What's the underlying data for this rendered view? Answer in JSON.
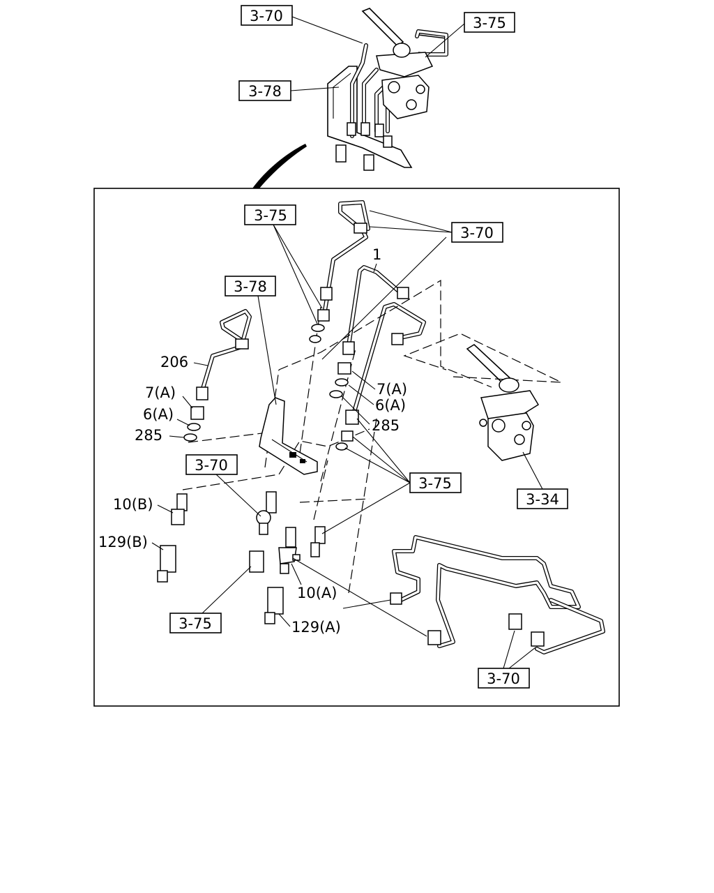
{
  "labels": {
    "ref_3_70": "3-70",
    "ref_3_75": "3-75",
    "ref_3_78": "3-78",
    "ref_3_34": "3-34",
    "part_1": "1",
    "part_206": "206",
    "part_7a": "7(A)",
    "part_6a": "6(A)",
    "part_285": "285",
    "part_10b": "10(B)",
    "part_129b": "129(B)",
    "part_10a": "10(A)",
    "part_129a": "129(A)"
  }
}
